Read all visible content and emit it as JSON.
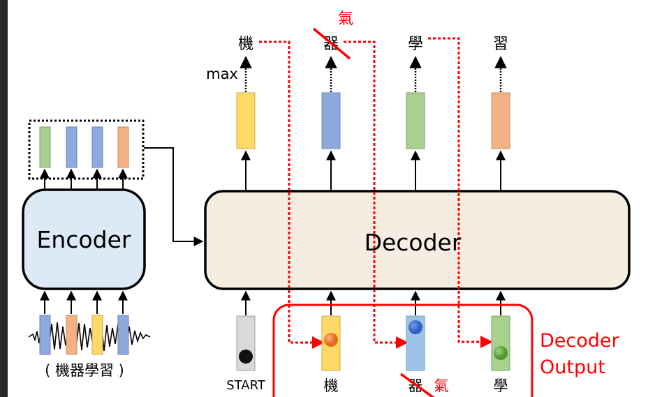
{
  "encoder": {
    "label": "Encoder",
    "input_caption": "( 機器學習 )",
    "output_vector_colors": [
      "#a9d08e",
      "#8ea9db",
      "#8ea9db",
      "#f4b183"
    ],
    "input_vector_colors": [
      "#8ea9db",
      "#f4b183",
      "#ffd966",
      "#8ea9db"
    ]
  },
  "decoder": {
    "label": "Decoder",
    "max_label": "max",
    "start_label": "START",
    "outputs": [
      "機",
      "器",
      "學",
      "習"
    ],
    "wrong_output": "氣",
    "inputs": [
      "機",
      "器",
      "學"
    ],
    "wrong_input": "氣",
    "output_vector_colors": [
      "#ffd966",
      "#8ea9db",
      "#a9d08e",
      "#f4b183"
    ],
    "input_vector_colors": [
      "#d9d9d9",
      "#ffd966",
      "#9dc3e6",
      "#a9d08e"
    ],
    "dot_colors": [
      "#111111",
      "#ed7d31",
      "#4472c4",
      "#70ad47"
    ]
  },
  "callout": {
    "line1": "Decoder",
    "line2": "Output"
  },
  "colors": {
    "accent_red": "#ff0000",
    "encoder_fill": "#dce9f7",
    "decoder_fill": "#f5ece2"
  }
}
